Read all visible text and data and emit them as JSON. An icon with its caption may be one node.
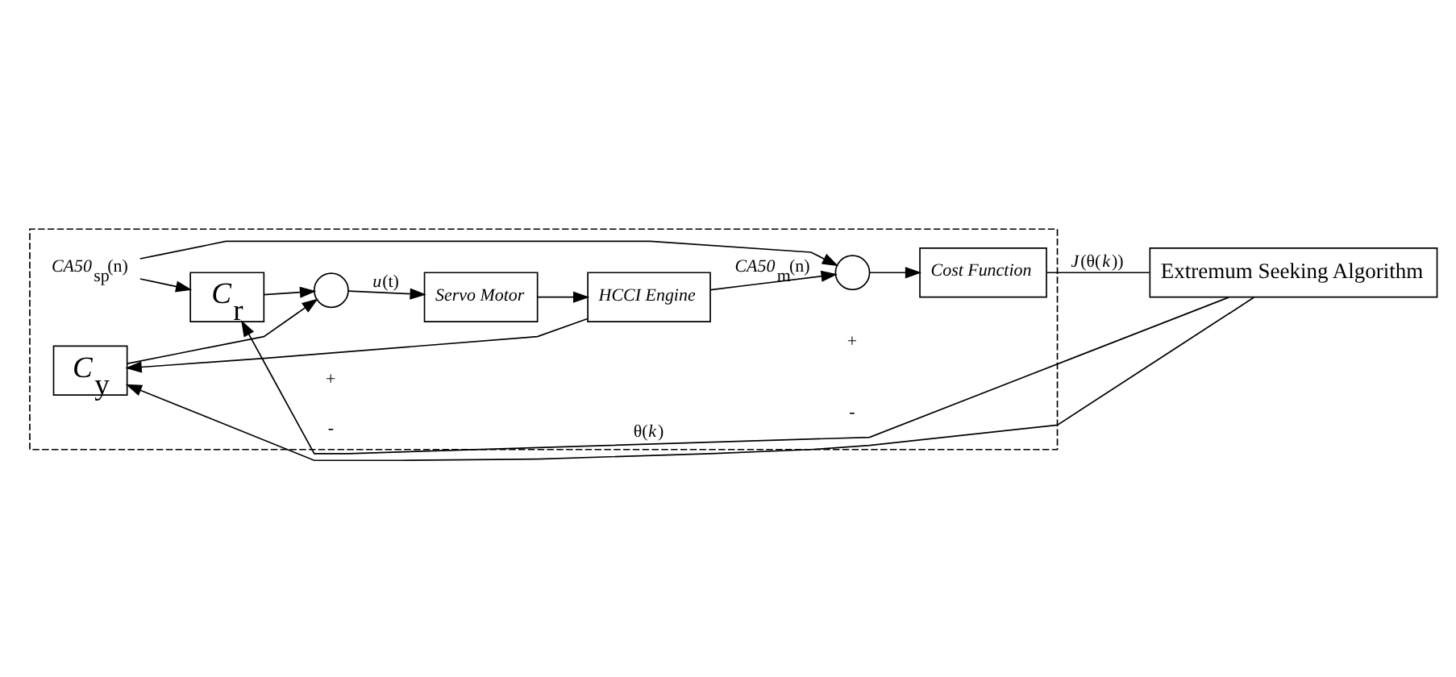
{
  "diagram": {
    "nodes": [
      {
        "text": [],
        "shape": "box"
      },
      {
        "text": [
          "*CA50*$_{sp}$(n)"
        ],
        "in": 0
      },
      {
        "text": [
          "*C*$_{r}$"
        ],
        "in": 0
      },
      {
        "text": [],
        "shape": "circle",
        "in": 0
      },
      {
        "text": [
          "Servo Motor"
        ],
        "in": 0
      },
      {
        "text": [
          "HCCI Engine"
        ],
        "in": 0
      },
      {
        "text": [],
        "shape": "circle",
        "in": 0
      },
      {
        "text": [
          "Cost Function"
        ],
        "in": 0
      },
      {
        "text": [
          "*C*$_{y}$"
        ],
        "in": 0
      },
      {
        "text": [
          "Extremum Seeking Algorithm"
        ]
      }
    ],
    "edges": [
      {
        "from": 1,
        "to": 2,
        "arrow": "to"
      },
      {
        "from": 1,
        "to": 6,
        "arrow": "to"
      },
      {
        "from": 2,
        "to": 3,
        "arrow": "to"
      },
      {
        "from": 3,
        "to": 4,
        "arrow": "to",
        "label": "*u*(t)"
      },
      {
        "from": 4,
        "to": 5,
        "arrow": "to"
      },
      {
        "from": 5,
        "to": 6,
        "arrow": "to",
        "label": "*CA50*$_{m}$(n)"
      },
      {
        "from": 5,
        "to": 8,
        "arrow": "to"
      },
      {
        "from": 8,
        "to": 3,
        "arrow": "to"
      },
      {
        "from": 6,
        "to": 7,
        "arrow": "to"
      },
      {
        "from": 7,
        "to": 9,
        "arrow": "none",
        "label": "*J*(θ(*k*))"
      },
      {
        "from": 9,
        "to": 2,
        "arrow": "to",
        "label": "θ(*k*)"
      },
      {
        "from": 9,
        "to": 8,
        "arrow": "to"
      }
    ],
    "labels": [
      "+",
      "-",
      "+",
      "-"
    ]
  }
}
